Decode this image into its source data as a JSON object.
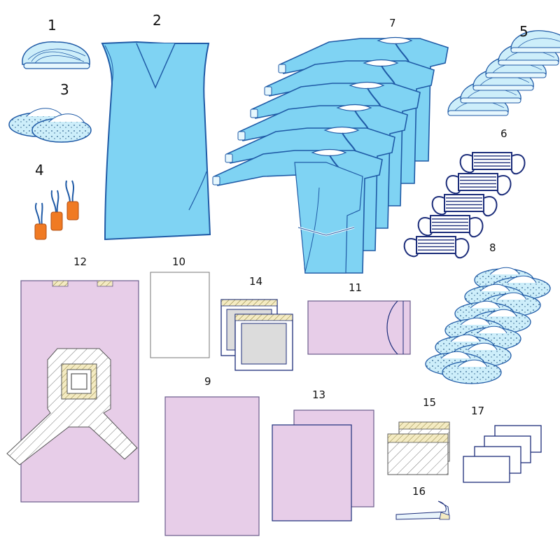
{
  "labels": {
    "n1": "1",
    "n2": "2",
    "n3": "3",
    "n4": "4",
    "n5": "5",
    "n6": "6",
    "n7": "7",
    "n8": "8",
    "n9": "9",
    "n10": "10",
    "n11": "11",
    "n12": "12",
    "n13": "13",
    "n14": "14",
    "n15": "15",
    "n16": "16",
    "n17": "17"
  },
  "colors": {
    "gown_blue": "#7fd3f3",
    "gown_stroke": "#1f5aa6",
    "drape_pink": "#e7cde8",
    "drape_stroke": "#6a5c8c",
    "tape_yellow": "#f4ebc2",
    "navy": "#1c2d7a",
    "cap_blue": "#cdeefa",
    "tube_orange": "#f07a23"
  }
}
